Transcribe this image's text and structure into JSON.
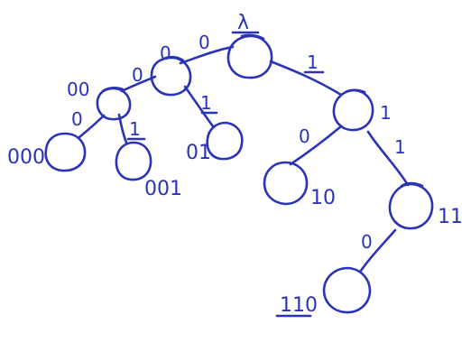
{
  "diagram": {
    "root_label": "λ",
    "node_labels": {
      "000": "000",
      "001": "001",
      "01": "01",
      "10": "10",
      "11": "11",
      "110": "110",
      "00": "00"
    },
    "edge_labels": {
      "root_left": "0",
      "root_right": "1",
      "n0_left": "0",
      "n0_left_alt": "0",
      "n0_right": "1",
      "n00_left": "0",
      "n00_right": "1",
      "n1_right": "1",
      "n1_right_alt": "1",
      "n1_left": "0",
      "n11_left": "0"
    },
    "ink_color": "#2b33b8"
  }
}
